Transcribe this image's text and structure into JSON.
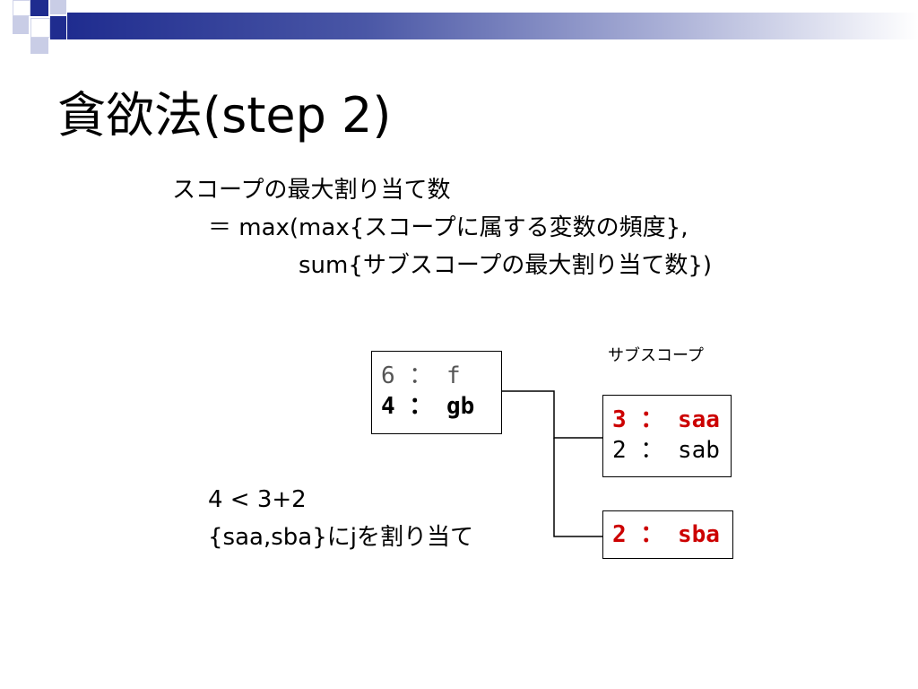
{
  "slide": {
    "title": "貪欲法(step 2)",
    "formula": {
      "line1": "スコープの最大割り当て数",
      "line2": "＝ max(max{スコープに属する変数の頻度},",
      "line3": "sum{サブスコープの最大割り当て数})"
    },
    "subscope_label": "サブスコープ",
    "parent_box": {
      "line1": "6 ： f",
      "line2": "4 ： gb"
    },
    "child_box_1": {
      "line1": "3 ： saa",
      "line2": "2 ： sab"
    },
    "child_box_2": {
      "line1": "2 ： sba"
    },
    "note": {
      "line1": "4 < 3+2",
      "line2": "{saa,sba}にjを割り当て"
    }
  },
  "colors": {
    "accent_navy": "#1f2c8f",
    "highlight_red": "#cc0000"
  }
}
